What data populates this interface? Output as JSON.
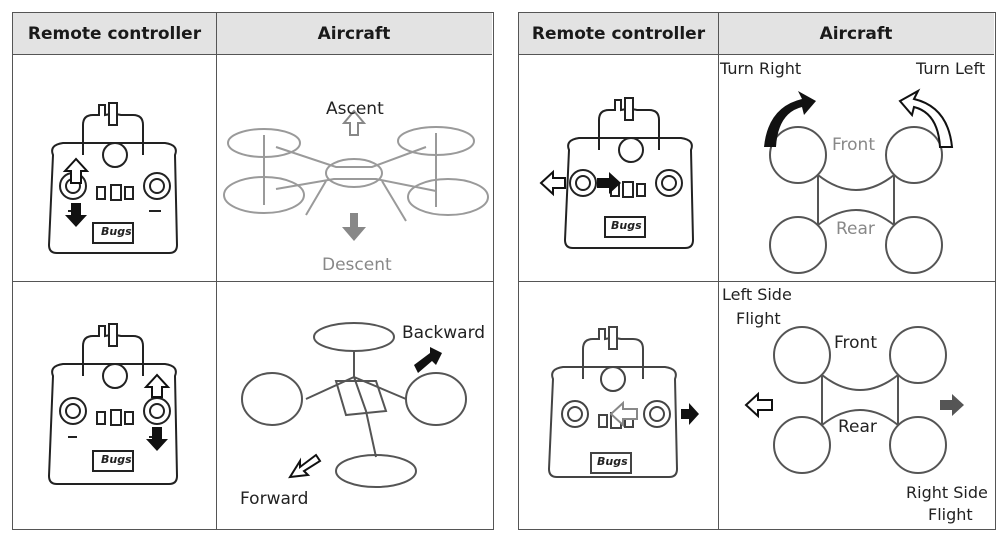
{
  "left_table": {
    "header_remote": "Remote controller",
    "header_aircraft": "Aircraft",
    "row1": {
      "controller_brand": "Bugs",
      "label_up": "Ascent",
      "label_down": "Descent"
    },
    "row2": {
      "controller_brand": "Bugs",
      "label_backward": "Backward",
      "label_forward": "Forward"
    }
  },
  "right_table": {
    "header_remote": "Remote controller",
    "header_aircraft": "Aircraft",
    "row1": {
      "controller_brand": "Bugs",
      "label_turn_right": "Turn Right",
      "label_turn_left": "Turn Left",
      "label_front": "Front",
      "label_rear": "Rear"
    },
    "row2": {
      "controller_brand": "Bugs",
      "label_left_side_1": "Left Side",
      "label_left_side_2": "Flight",
      "label_front": "Front",
      "label_rear": "Rear",
      "label_right_side_1": "Right Side",
      "label_right_side_2": "Flight"
    }
  },
  "icons": {
    "arrow_fill": "#111111",
    "arrow_gray": "#888888",
    "drone_gray": "#9a9a9a",
    "drone_dark": "#555555"
  }
}
